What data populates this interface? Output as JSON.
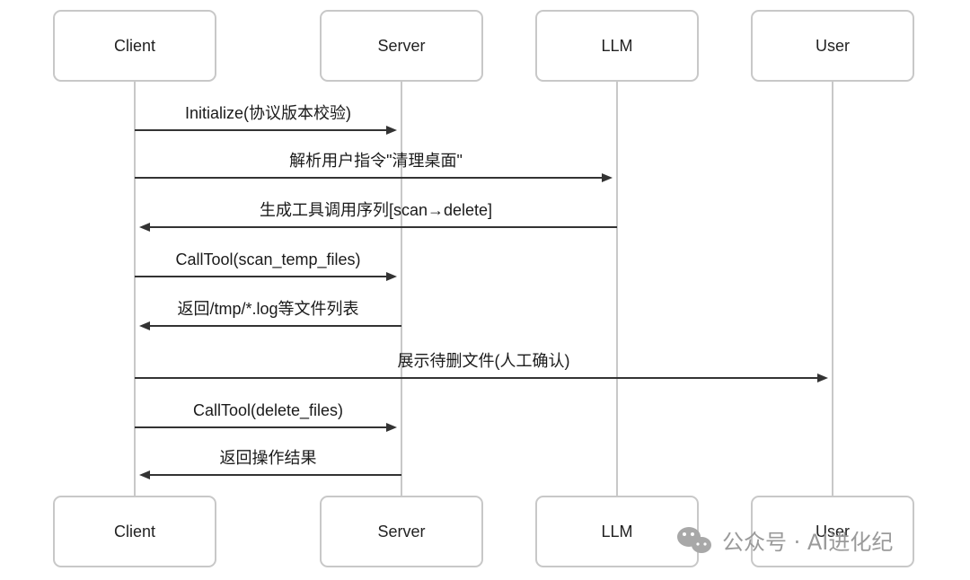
{
  "actors": [
    {
      "id": "client",
      "label": "Client"
    },
    {
      "id": "server",
      "label": "Server"
    },
    {
      "id": "llm",
      "label": "LLM"
    },
    {
      "id": "user",
      "label": "User"
    }
  ],
  "messages": [
    {
      "from": "client",
      "to": "server",
      "label": "Initialize(协议版本校验)"
    },
    {
      "from": "client",
      "to": "llm",
      "label": "解析用户指令\"清理桌面\""
    },
    {
      "from": "llm",
      "to": "client",
      "label": "生成工具调用序列[scan→delete]"
    },
    {
      "from": "client",
      "to": "server",
      "label": "CallTool(scan_temp_files)"
    },
    {
      "from": "server",
      "to": "client",
      "label": "返回/tmp/*.log等文件列表"
    },
    {
      "from": "client",
      "to": "user",
      "label": "展示待删文件(人工确认)"
    },
    {
      "from": "client",
      "to": "server",
      "label": "CallTool(delete_files)"
    },
    {
      "from": "server",
      "to": "client",
      "label": "返回操作结果"
    }
  ],
  "watermark": {
    "text": "公众号 · AI进化纪",
    "icon": "wechat-icon"
  }
}
